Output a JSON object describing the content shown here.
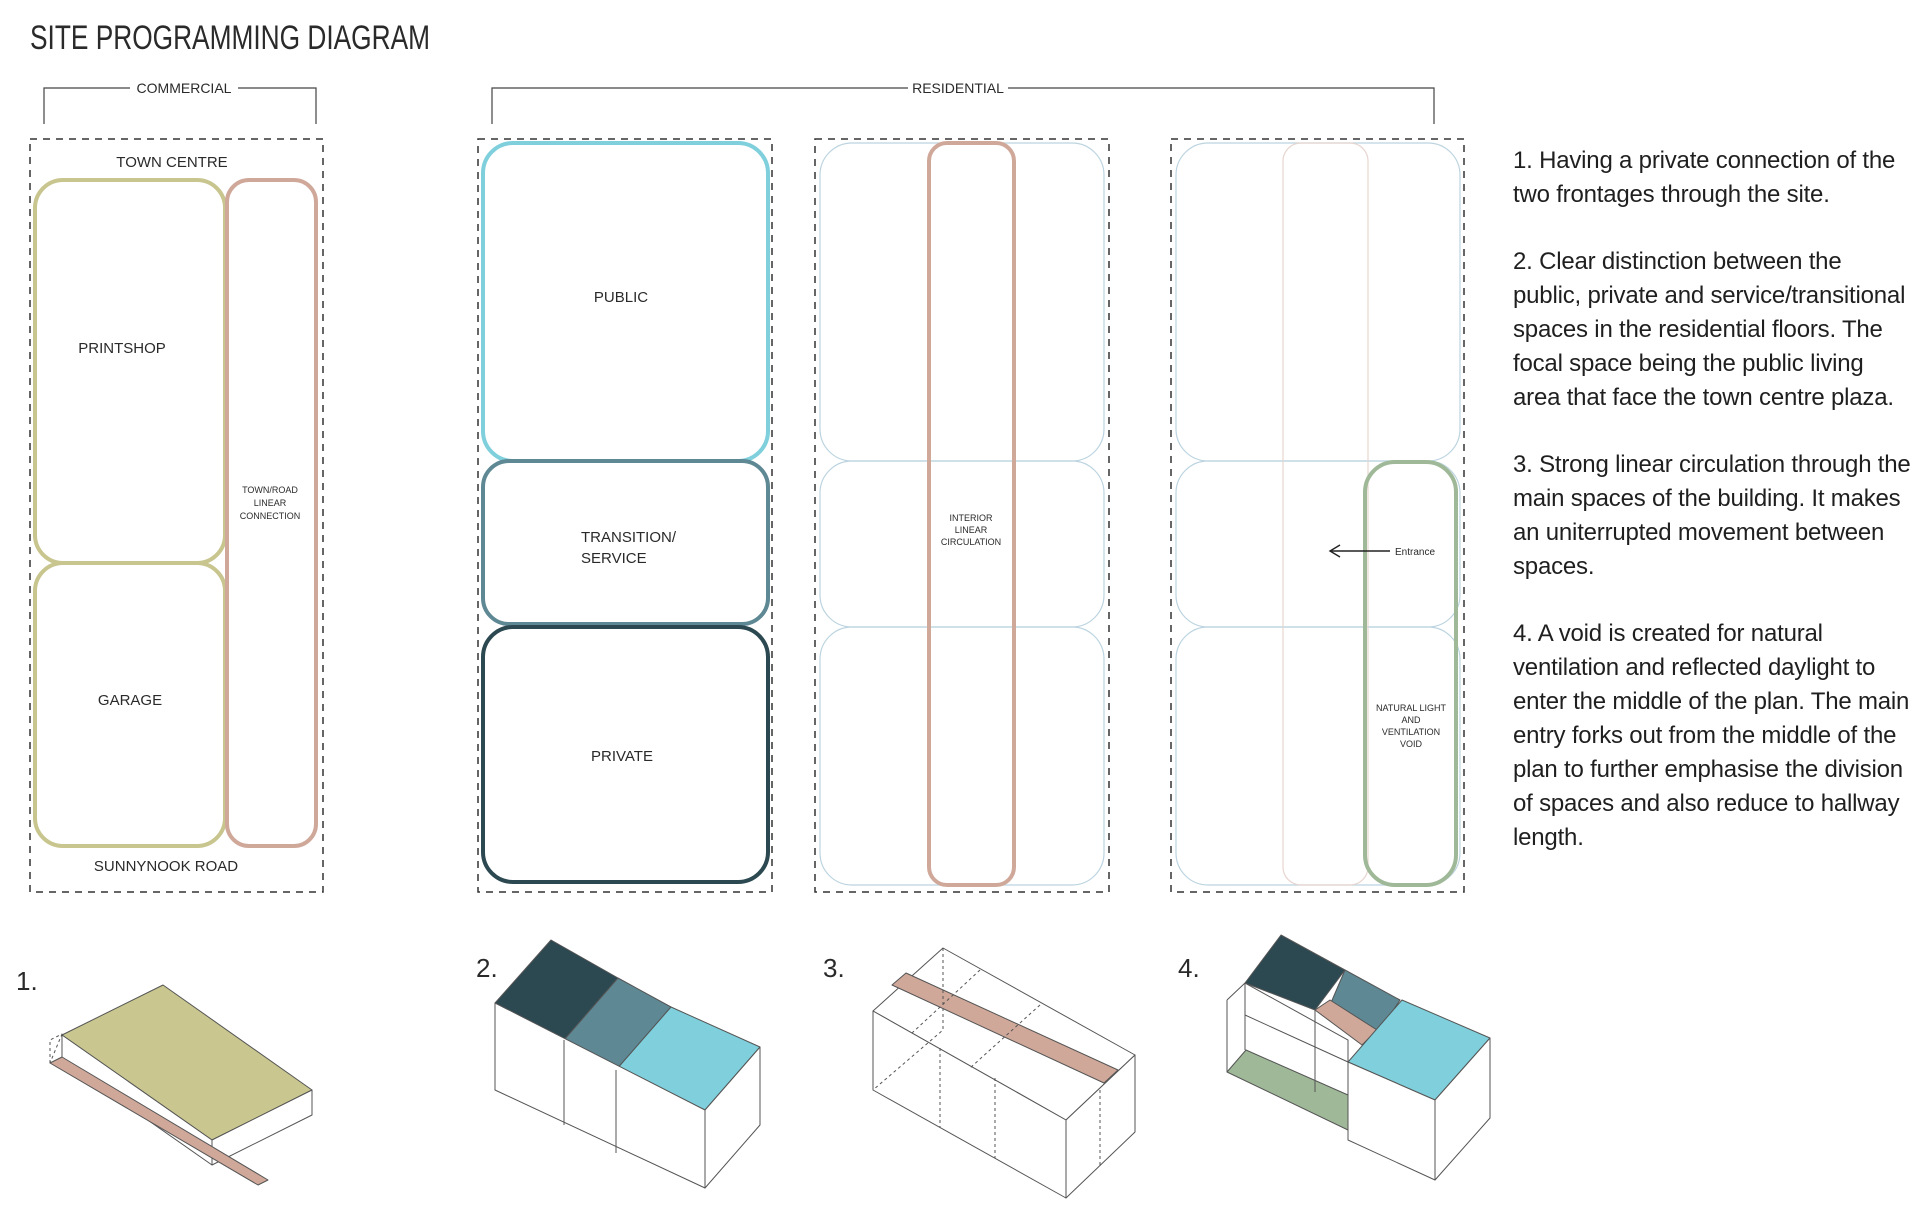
{
  "title": "SITE PROGRAMMING DIAGRAM",
  "groups": {
    "commercial": "COMMERCIAL",
    "residential": "RESIDENTIAL"
  },
  "plan1": {
    "top_label": "TOWN CENTRE",
    "bottom_label": "SUNNYNOOK ROAD",
    "printshop": "PRINTSHOP",
    "garage": "GARAGE",
    "connection": [
      "TOWN/ROAD",
      "LINEAR",
      "CONNECTION"
    ]
  },
  "plan2": {
    "public": "PUBLIC",
    "transition": [
      "TRANSITION/",
      "SERVICE"
    ],
    "private": "PRIVATE"
  },
  "plan3": {
    "circulation": [
      "INTERIOR",
      "LINEAR",
      "CIRCULATION"
    ]
  },
  "plan4": {
    "entrance": "Entrance",
    "void": [
      "NATURAL LIGHT",
      "AND",
      "VENTILATION",
      "VOID"
    ]
  },
  "axo_numbers": [
    "1.",
    "2.",
    "3.",
    "4."
  ],
  "notes": [
    "1. Having a private connection of the two frontages through the site.",
    "2. Clear distinction between the public, private and service/transitional spaces in the residential floors. The focal space being the public living area that face the town centre plaza.",
    "3. Strong linear circulation through the main spaces of the building. It makes an uniterrupted movement between spaces.",
    "4. A void is created for natural ventilation and reflected daylight to enter the middle of the plan. The main entry forks out from the middle of the plan to further emphasise the division of spaces and also reduce to hallway length."
  ],
  "colors": {
    "olive": "#c9c78f",
    "olive_stroke": "#c8c58e",
    "pink": "#cfa89a",
    "public": "#7fd0dc",
    "transition": "#5e8894",
    "private": "#2c4851",
    "green": "#9fb998",
    "pale_blue": "#bcd4e0",
    "dash": "#333333"
  }
}
